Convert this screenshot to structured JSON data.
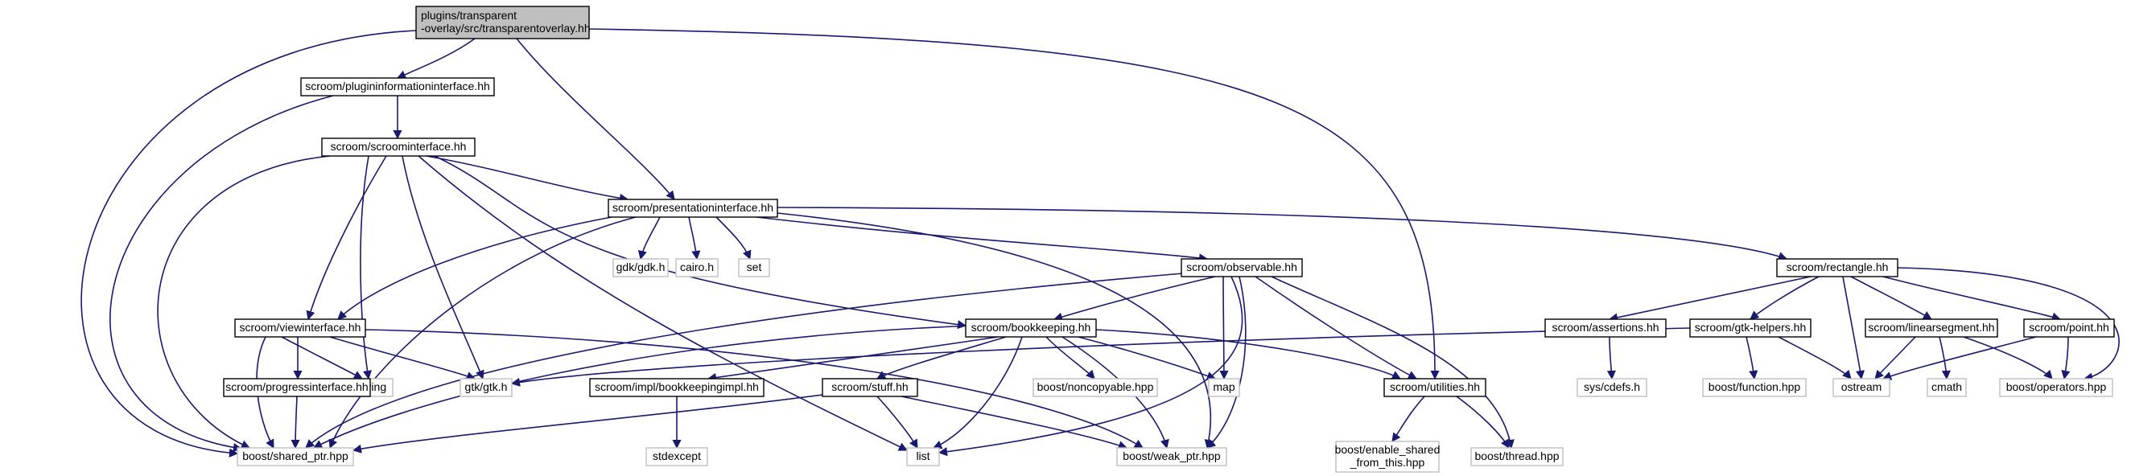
{
  "colors": {
    "edge": "#191970",
    "root_fill": "#bfbfbf",
    "documented_fill": "#ffffff",
    "documented_border": "#000000",
    "external_fill": "#ffffff",
    "external_border": "#bfbfbf",
    "text": "#000000"
  },
  "nodes": [
    {
      "id": "root",
      "lines": [
        "plugins/transparent",
        "-overlay/src/transparentoverlay.hh"
      ],
      "kind": "root"
    },
    {
      "id": "plugininfo",
      "lines": [
        "scroom/plugininformationinterface.hh"
      ],
      "kind": "documented"
    },
    {
      "id": "scroominterface",
      "lines": [
        "scroom/scroominterface.hh"
      ],
      "kind": "documented"
    },
    {
      "id": "presentation",
      "lines": [
        "scroom/presentationinterface.hh"
      ],
      "kind": "documented"
    },
    {
      "id": "gdk",
      "lines": [
        "gdk/gdk.h"
      ],
      "kind": "external"
    },
    {
      "id": "cairo",
      "lines": [
        "cairo.h"
      ],
      "kind": "external"
    },
    {
      "id": "set",
      "lines": [
        "set"
      ],
      "kind": "external"
    },
    {
      "id": "observable",
      "lines": [
        "scroom/observable.hh"
      ],
      "kind": "documented"
    },
    {
      "id": "rectangle",
      "lines": [
        "scroom/rectangle.hh"
      ],
      "kind": "documented"
    },
    {
      "id": "viewinterface",
      "lines": [
        "scroom/viewinterface.hh"
      ],
      "kind": "documented"
    },
    {
      "id": "bookkeeping",
      "lines": [
        "scroom/bookkeeping.hh"
      ],
      "kind": "documented"
    },
    {
      "id": "assertions",
      "lines": [
        "scroom/assertions.hh"
      ],
      "kind": "documented"
    },
    {
      "id": "gtkhelpers",
      "lines": [
        "scroom/gtk-helpers.hh"
      ],
      "kind": "documented"
    },
    {
      "id": "linearsegment",
      "lines": [
        "scroom/linearsegment.hh"
      ],
      "kind": "documented"
    },
    {
      "id": "point",
      "lines": [
        "scroom/point.hh"
      ],
      "kind": "documented"
    },
    {
      "id": "string",
      "lines": [
        "string"
      ],
      "kind": "external"
    },
    {
      "id": "progress",
      "lines": [
        "scroom/progressinterface.hh"
      ],
      "kind": "documented"
    },
    {
      "id": "gtk",
      "lines": [
        "gtk/gtk.h"
      ],
      "kind": "external"
    },
    {
      "id": "bookkeepingimpl",
      "lines": [
        "scroom/impl/bookkeepingimpl.hh"
      ],
      "kind": "documented"
    },
    {
      "id": "stuff",
      "lines": [
        "scroom/stuff.hh"
      ],
      "kind": "documented"
    },
    {
      "id": "noncopyable",
      "lines": [
        "boost/noncopyable.hpp"
      ],
      "kind": "external"
    },
    {
      "id": "map",
      "lines": [
        "map"
      ],
      "kind": "external"
    },
    {
      "id": "utilities",
      "lines": [
        "scroom/utilities.hh"
      ],
      "kind": "documented"
    },
    {
      "id": "cdefs",
      "lines": [
        "sys/cdefs.h"
      ],
      "kind": "external"
    },
    {
      "id": "function",
      "lines": [
        "boost/function.hpp"
      ],
      "kind": "external"
    },
    {
      "id": "ostream",
      "lines": [
        "ostream"
      ],
      "kind": "external"
    },
    {
      "id": "cmath",
      "lines": [
        "cmath"
      ],
      "kind": "external"
    },
    {
      "id": "operators",
      "lines": [
        "boost/operators.hpp"
      ],
      "kind": "external"
    },
    {
      "id": "sharedptr",
      "lines": [
        "boost/shared_ptr.hpp"
      ],
      "kind": "external"
    },
    {
      "id": "stdexcept",
      "lines": [
        "stdexcept"
      ],
      "kind": "external"
    },
    {
      "id": "list",
      "lines": [
        "list"
      ],
      "kind": "external"
    },
    {
      "id": "weakptr",
      "lines": [
        "boost/weak_ptr.hpp"
      ],
      "kind": "external"
    },
    {
      "id": "enableshared",
      "lines": [
        "boost/enable_shared",
        "_from_this.hpp"
      ],
      "kind": "external"
    },
    {
      "id": "thread",
      "lines": [
        "boost/thread.hpp"
      ],
      "kind": "external"
    }
  ],
  "edges": [
    [
      "root",
      "plugininfo"
    ],
    [
      "root",
      "presentation"
    ],
    [
      "root",
      "utilities"
    ],
    [
      "root",
      "sharedptr"
    ],
    [
      "plugininfo",
      "scroominterface"
    ],
    [
      "plugininfo",
      "sharedptr"
    ],
    [
      "scroominterface",
      "presentation"
    ],
    [
      "scroominterface",
      "viewinterface"
    ],
    [
      "scroominterface",
      "bookkeeping"
    ],
    [
      "scroominterface",
      "string"
    ],
    [
      "scroominterface",
      "gtk"
    ],
    [
      "scroominterface",
      "sharedptr"
    ],
    [
      "scroominterface",
      "list"
    ],
    [
      "presentation",
      "gdk"
    ],
    [
      "presentation",
      "cairo"
    ],
    [
      "presentation",
      "set"
    ],
    [
      "presentation",
      "observable"
    ],
    [
      "presentation",
      "rectangle"
    ],
    [
      "presentation",
      "viewinterface"
    ],
    [
      "presentation",
      "sharedptr"
    ],
    [
      "presentation",
      "weakptr"
    ],
    [
      "observable",
      "bookkeeping"
    ],
    [
      "observable",
      "map"
    ],
    [
      "observable",
      "utilities"
    ],
    [
      "observable",
      "list"
    ],
    [
      "observable",
      "sharedptr"
    ],
    [
      "observable",
      "weakptr"
    ],
    [
      "observable",
      "thread"
    ],
    [
      "rectangle",
      "assertions"
    ],
    [
      "rectangle",
      "gtkhelpers"
    ],
    [
      "rectangle",
      "linearsegment"
    ],
    [
      "rectangle",
      "point"
    ],
    [
      "rectangle",
      "ostream"
    ],
    [
      "rectangle",
      "operators"
    ],
    [
      "viewinterface",
      "string"
    ],
    [
      "viewinterface",
      "progress"
    ],
    [
      "viewinterface",
      "gtk"
    ],
    [
      "viewinterface",
      "sharedptr"
    ],
    [
      "viewinterface",
      "weakptr"
    ],
    [
      "bookkeeping",
      "bookkeepingimpl"
    ],
    [
      "bookkeeping",
      "stuff"
    ],
    [
      "bookkeeping",
      "noncopyable"
    ],
    [
      "bookkeeping",
      "map"
    ],
    [
      "bookkeeping",
      "utilities"
    ],
    [
      "bookkeeping",
      "list"
    ],
    [
      "bookkeeping",
      "sharedptr"
    ],
    [
      "bookkeeping",
      "weakptr"
    ],
    [
      "assertions",
      "cdefs"
    ],
    [
      "gtkhelpers",
      "gtk"
    ],
    [
      "gtkhelpers",
      "function"
    ],
    [
      "gtkhelpers",
      "ostream"
    ],
    [
      "linearsegment",
      "ostream"
    ],
    [
      "linearsegment",
      "cmath"
    ],
    [
      "linearsegment",
      "operators"
    ],
    [
      "point",
      "ostream"
    ],
    [
      "point",
      "operators"
    ],
    [
      "progress",
      "sharedptr"
    ],
    [
      "bookkeepingimpl",
      "stdexcept"
    ],
    [
      "stuff",
      "list"
    ],
    [
      "stuff",
      "sharedptr"
    ],
    [
      "stuff",
      "weakptr"
    ],
    [
      "utilities",
      "enableshared"
    ],
    [
      "utilities",
      "thread"
    ]
  ]
}
